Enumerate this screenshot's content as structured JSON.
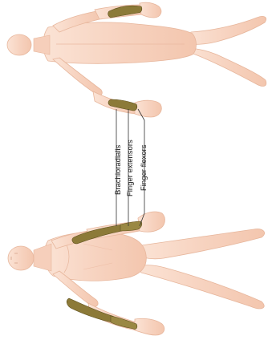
{
  "labels": {
    "brachioradialis": "Brachioradialis",
    "finger_extensors": "Finger extensors",
    "finger_flexors": "Finger flexors"
  },
  "colors": {
    "skin": "#f8d6c3",
    "skin_edge": "#e7b69c",
    "skin_shade": "#f1c3ab",
    "muscle": "#8c7a38",
    "muscle_edge": "#5d4f1d",
    "leader": "#333333"
  }
}
